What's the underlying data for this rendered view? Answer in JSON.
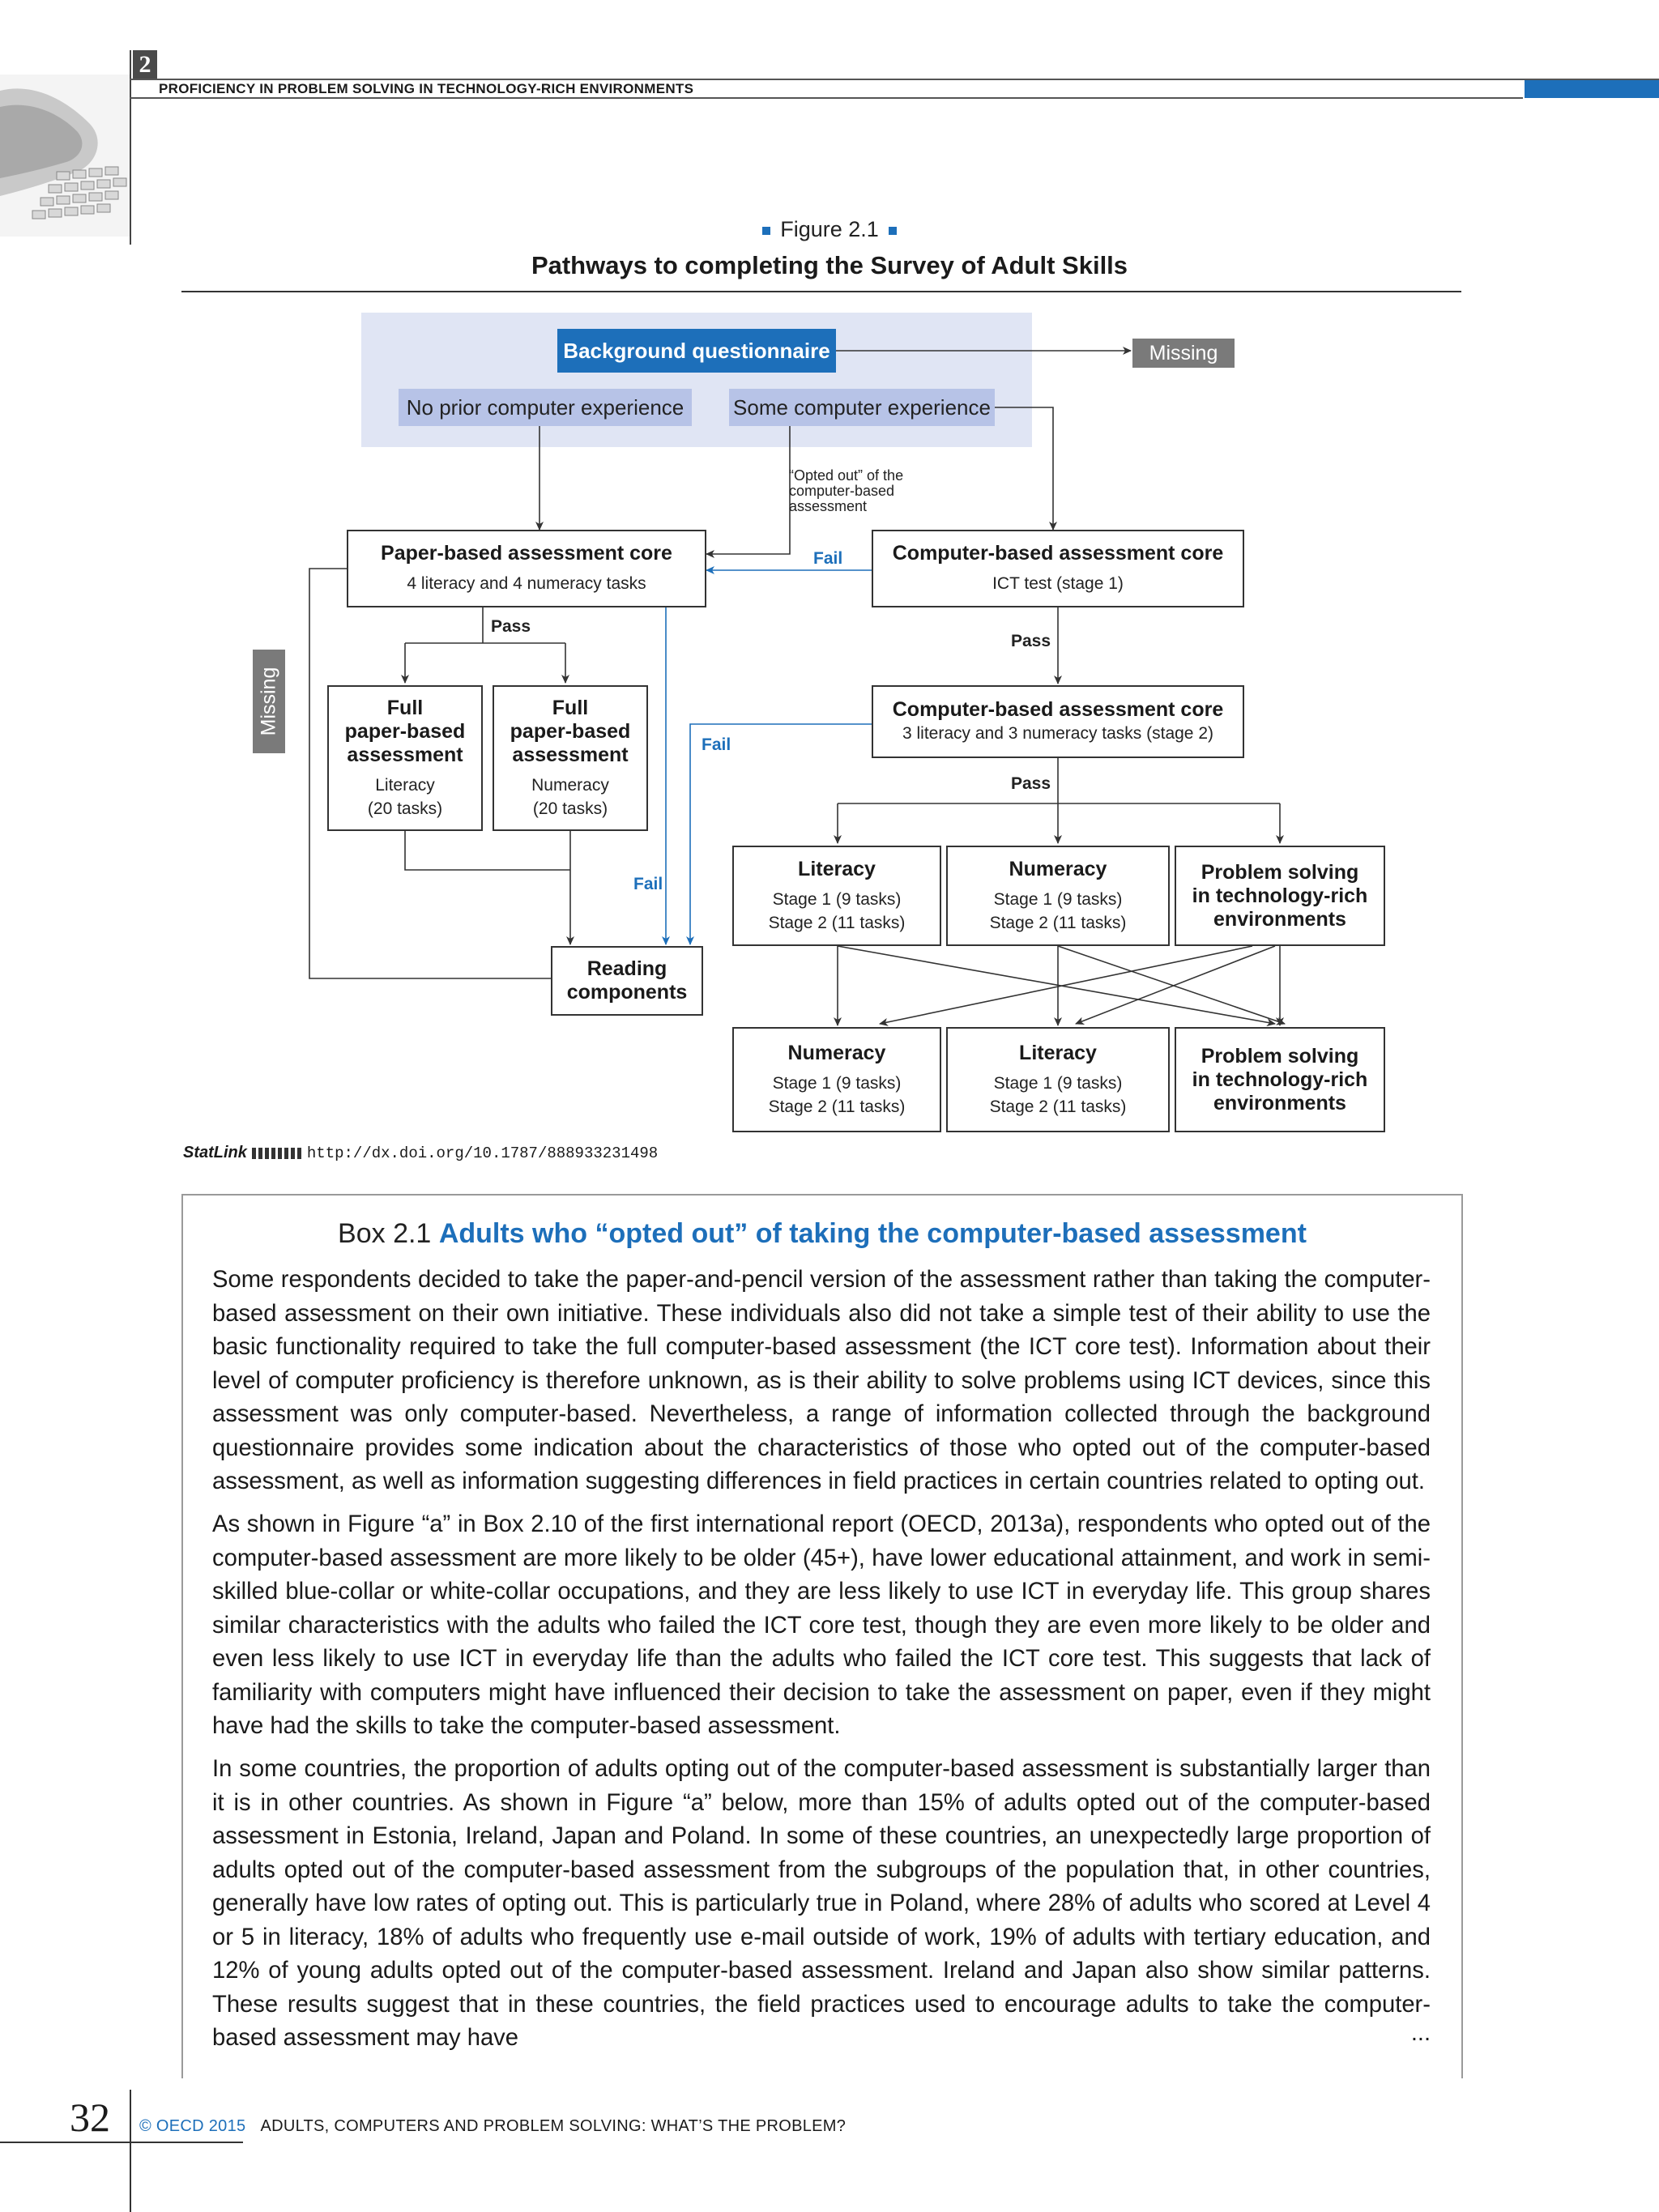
{
  "header": {
    "chapter_number": "2",
    "running_title": "PROFICIENCY IN PROBLEM SOLVING IN TECHNOLOGY-RICH ENVIRONMENTS"
  },
  "figure": {
    "label": "Figure 2.1",
    "title": "Pathways to completing the Survey of Adult Skills"
  },
  "flowchart": {
    "background_questionnaire": "Background questionnaire",
    "missing": "Missing",
    "no_prior_experience": "No prior computer experience",
    "some_experience": "Some computer experience",
    "opted_out_note": [
      "“Opted out” of the",
      "computer-based",
      "assessment"
    ],
    "paper_core": {
      "title": "Paper-based assessment core",
      "sub": "4 literacy and 4 numeracy tasks"
    },
    "cba_core_1": {
      "title": "Computer-based assessment core",
      "sub": "ICT test (stage 1)"
    },
    "cba_core_2": {
      "title": "Computer-based assessment core",
      "sub": "3 literacy and 3 numeracy tasks (stage 2)"
    },
    "full_paper_literacy": {
      "title": [
        "Full",
        "paper-based",
        "assessment"
      ],
      "sub": [
        "Literacy",
        "(20 tasks)"
      ]
    },
    "full_paper_numeracy": {
      "title": [
        "Full",
        "paper-based",
        "assessment"
      ],
      "sub": [
        "Numeracy",
        "(20 tasks)"
      ]
    },
    "reading_components": [
      "Reading",
      "components"
    ],
    "row1": [
      {
        "title": "Literacy",
        "sub": [
          "Stage 1 (9 tasks)",
          "Stage 2 (11 tasks)"
        ]
      },
      {
        "title": "Numeracy",
        "sub": [
          "Stage 1 (9 tasks)",
          "Stage 2 (11 tasks)"
        ]
      },
      {
        "title": [
          "Problem solving",
          "in technology-rich",
          "environments"
        ]
      }
    ],
    "row2": [
      {
        "title": "Numeracy",
        "sub": [
          "Stage 1 (9 tasks)",
          "Stage 2 (11 tasks)"
        ]
      },
      {
        "title": "Literacy",
        "sub": [
          "Stage 1 (9 tasks)",
          "Stage 2 (11 tasks)"
        ]
      },
      {
        "title": [
          "Problem solving",
          "in technology-rich",
          "environments"
        ]
      }
    ],
    "pass": "Pass",
    "fail": "Fail"
  },
  "statlink": {
    "label": "StatLink",
    "url": "http://dx.doi.org/10.1787/888933231498"
  },
  "box": {
    "number": "Box 2.1",
    "title": "Adults who “opted out” of taking the computer-based assessment",
    "paragraphs": [
      "Some respondents decided to take the paper-and-pencil version of the assessment rather than taking the computer-based assessment on their own initiative. These individuals also did not take a simple test of their ability to use the basic functionality required to take the full computer-based assessment (the ICT core test). Information about their level of computer proficiency is therefore unknown, as is their ability to solve problems using ICT devices, since this assessment was only computer-based. Nevertheless, a range of information collected through the background questionnaire provides some indication about the characteristics of those who opted out of the computer-based assessment, as well as information suggesting differences in field practices in certain countries related to opting out.",
      "As shown in Figure “a” in Box 2.10 of the first international report (OECD, 2013a), respondents who opted out of the computer-based assessment are more likely to be older (45+), have lower educational attainment, and work in semi-skilled blue-collar or white-collar occupations, and they are less likely to use ICT in everyday life. This group shares similar characteristics with the adults who failed the ICT core test, though they are even more likely to be older and even less likely to use ICT in everyday life than the adults who failed the ICT core test. This suggests that lack of familiarity with computers might have influenced their decision to take the assessment on paper, even if they might have had the skills to take the computer-based assessment.",
      "In some countries, the proportion of adults opting out of the computer-based assessment is substantially larger than it is in other countries. As shown in Figure “a” below, more than 15% of adults opted out of the computer-based assessment in Estonia, Ireland, Japan and Poland. In some of these countries, an unexpectedly large proportion of adults opted out of the computer-based assessment from the subgroups of the population that, in other countries, generally have low rates of opting out. This is particularly true in Poland, where 28% of adults who scored at Level 4 or 5 in literacy, 18% of adults who frequently use e-mail outside of work, 19% of adults with tertiary education, and 12% of young adults opted out of the computer-based assessment. Ireland and Japan also show similar patterns. These results suggest that in these countries, the field practices used to encourage adults to take the computer-based assessment may have"
    ],
    "continuation": "..."
  },
  "footer": {
    "page_number": "32",
    "copyright": "© OECD 2015",
    "book_title": "ADULTS, COMPUTERS AND PROBLEM SOLVING: WHAT’S THE PROBLEM?"
  },
  "colors": {
    "accent_blue": "#1d6fba",
    "questionnaire_shade": "#e0e5f4",
    "experience_fill": "#b7c3e7",
    "missing_fill": "#7a7a7a"
  }
}
